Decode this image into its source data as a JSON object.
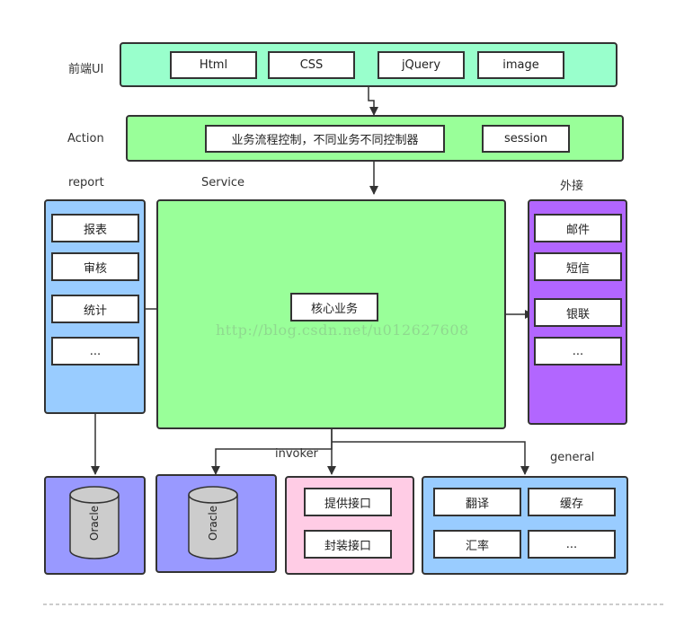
{
  "colors": {
    "frontend_band": "#99FFCC",
    "action_band": "#99FF99",
    "report_panel": "#99CCFF",
    "service_panel": "#99FF99",
    "external_panel": "#B266FF",
    "db_panel": "#9999FF",
    "invoker_panel": "#FFCCE5",
    "general_panel": "#99CCFF",
    "cylinder": "#CCCCCC"
  },
  "frontend": {
    "label": "前端UI",
    "items": [
      "Html",
      "CSS",
      "jQuery",
      "image"
    ]
  },
  "action": {
    "label": "Action",
    "items": [
      "业务流程控制，不同业务不同控制器",
      "session"
    ]
  },
  "report": {
    "label": "report",
    "items": [
      "报表",
      "审核",
      "统计",
      "..."
    ]
  },
  "service": {
    "label": "Service",
    "core": "核心业务"
  },
  "external": {
    "label": "外接",
    "items": [
      "邮件",
      "短信",
      "银联",
      "..."
    ]
  },
  "databases": [
    "Oracle",
    "Oracle"
  ],
  "invoker": {
    "label": "invoker",
    "items": [
      "提供接口",
      "封装接口"
    ]
  },
  "general": {
    "label": "general",
    "items": [
      "翻译",
      "缓存",
      "汇率",
      "..."
    ]
  },
  "watermark": "http://blog.csdn.net/u012627608"
}
